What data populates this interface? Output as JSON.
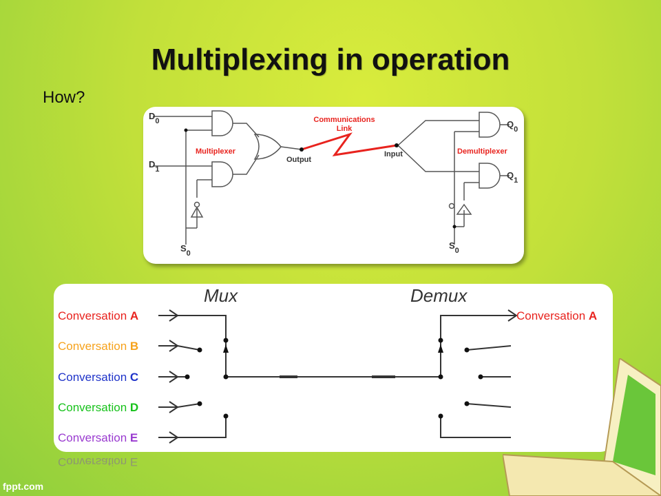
{
  "slide": {
    "title": "Multiplexing in operation",
    "subtitle": "How?",
    "footer": "fppt.com",
    "reflection_text": "Conversation E"
  },
  "top_diagram": {
    "d0": "D",
    "d0_sub": "0",
    "d1": "D",
    "d1_sub": "1",
    "s_left": "S",
    "s_left_sub": "0",
    "s_right": "S",
    "s_right_sub": "0",
    "q0": "Q",
    "q0_sub": "0",
    "q1": "Q",
    "q1_sub": "1",
    "multiplexer": "Multiplexer",
    "demultiplexer": "Demultiplexer",
    "link_line1": "Communications",
    "link_line2": "Link",
    "output": "Output",
    "input": "Input"
  },
  "bottom_diagram": {
    "mux": "Mux",
    "demux": "Demux",
    "conversations": [
      {
        "name": "Conversation",
        "letter": "A",
        "color": "#e8231e"
      },
      {
        "name": "Conversation",
        "letter": "B",
        "color": "#f6a21c"
      },
      {
        "name": "Conversation",
        "letter": "C",
        "color": "#1f33c9"
      },
      {
        "name": "Conversation",
        "letter": "D",
        "color": "#17c21b"
      },
      {
        "name": "Conversation",
        "letter": "E",
        "color": "#9a3bd0"
      }
    ],
    "output_conversation": {
      "name": "Conversation",
      "letter": "A",
      "color": "#e8231e"
    }
  }
}
